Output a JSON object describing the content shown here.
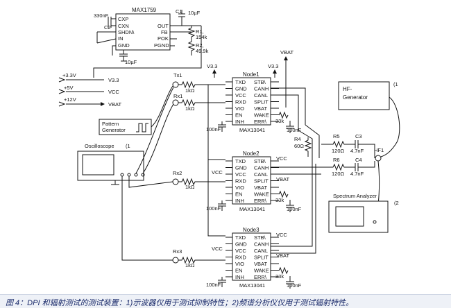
{
  "caption": "图 4：DPI 和辐射测试的测试装置：1)示波器仅用于测试抑制特性；2)频谱分析仪仅用于测试辐射特性。",
  "regulator": {
    "name": "MAX1759",
    "pins_left": [
      "CXP",
      "CXN",
      "SHDN\\",
      "IN",
      "GND"
    ],
    "pins_right": [
      "OUT",
      "FB",
      "POK",
      "PGND"
    ],
    "cap_top": "330nF",
    "cap_c2": "C2",
    "cap_c1": "C1",
    "cap_c1_value": "10µF",
    "r1": "R1,",
    "r1_value": "154k",
    "r2": "R2,",
    "r2_value": "49.9k",
    "cap_in": "10µF"
  },
  "supplies": [
    {
      "in": "+3.3V",
      "out": "V3.3"
    },
    {
      "in": "+5V",
      "out": "VCC"
    },
    {
      "in": "+12V",
      "out": "VBAT"
    }
  ],
  "rails": {
    "v33_a": "V3.3",
    "v33_b": "V3.3",
    "vbat": "VBAT"
  },
  "tx": {
    "tx1": "Tx1",
    "rx1": "Rx1",
    "r": "1kΩ"
  },
  "pattern_generator": [
    "Pattern",
    "Generator"
  ],
  "oscilloscope": {
    "label": "Oscilloscope",
    "note": "(1"
  },
  "rx_labels": [
    "Rx2",
    "Rx3"
  ],
  "nodes": [
    {
      "name": "Node1",
      "chip": "MAX13041"
    },
    {
      "name": "Node2",
      "chip": "MAX13041"
    },
    {
      "name": "Node3",
      "chip": "MAX13041"
    }
  ],
  "node_pins_left": [
    "TXD",
    "GND",
    "VCC",
    "RXD",
    "VIO",
    "EN",
    "INH"
  ],
  "node_pins_right": [
    "STB\\",
    "CANH",
    "CANL",
    "SPLIT",
    "VBAT",
    "WAKE",
    "ERR\\"
  ],
  "node_caps": {
    "c100": "100nF",
    "r33k": "33k",
    "v33": "V3.3",
    "vcc": "VCC",
    "vbat": "VBAT"
  },
  "termination": {
    "r4": "R4",
    "r4_value": "60Ω",
    "r5": "R5",
    "r5_value": "120Ω",
    "c3": "C3",
    "c3_value": "4.7nF",
    "r6": "R6",
    "r6_value": "120Ω",
    "c4": "C4",
    "c4_value": "4.7nF",
    "hf1": "HF1"
  },
  "hf_generator": {
    "line1": "HF-",
    "line2": "Generator",
    "note": "(1"
  },
  "spectrum": {
    "label": "Spectrum Analyzer",
    "note": "(2"
  }
}
